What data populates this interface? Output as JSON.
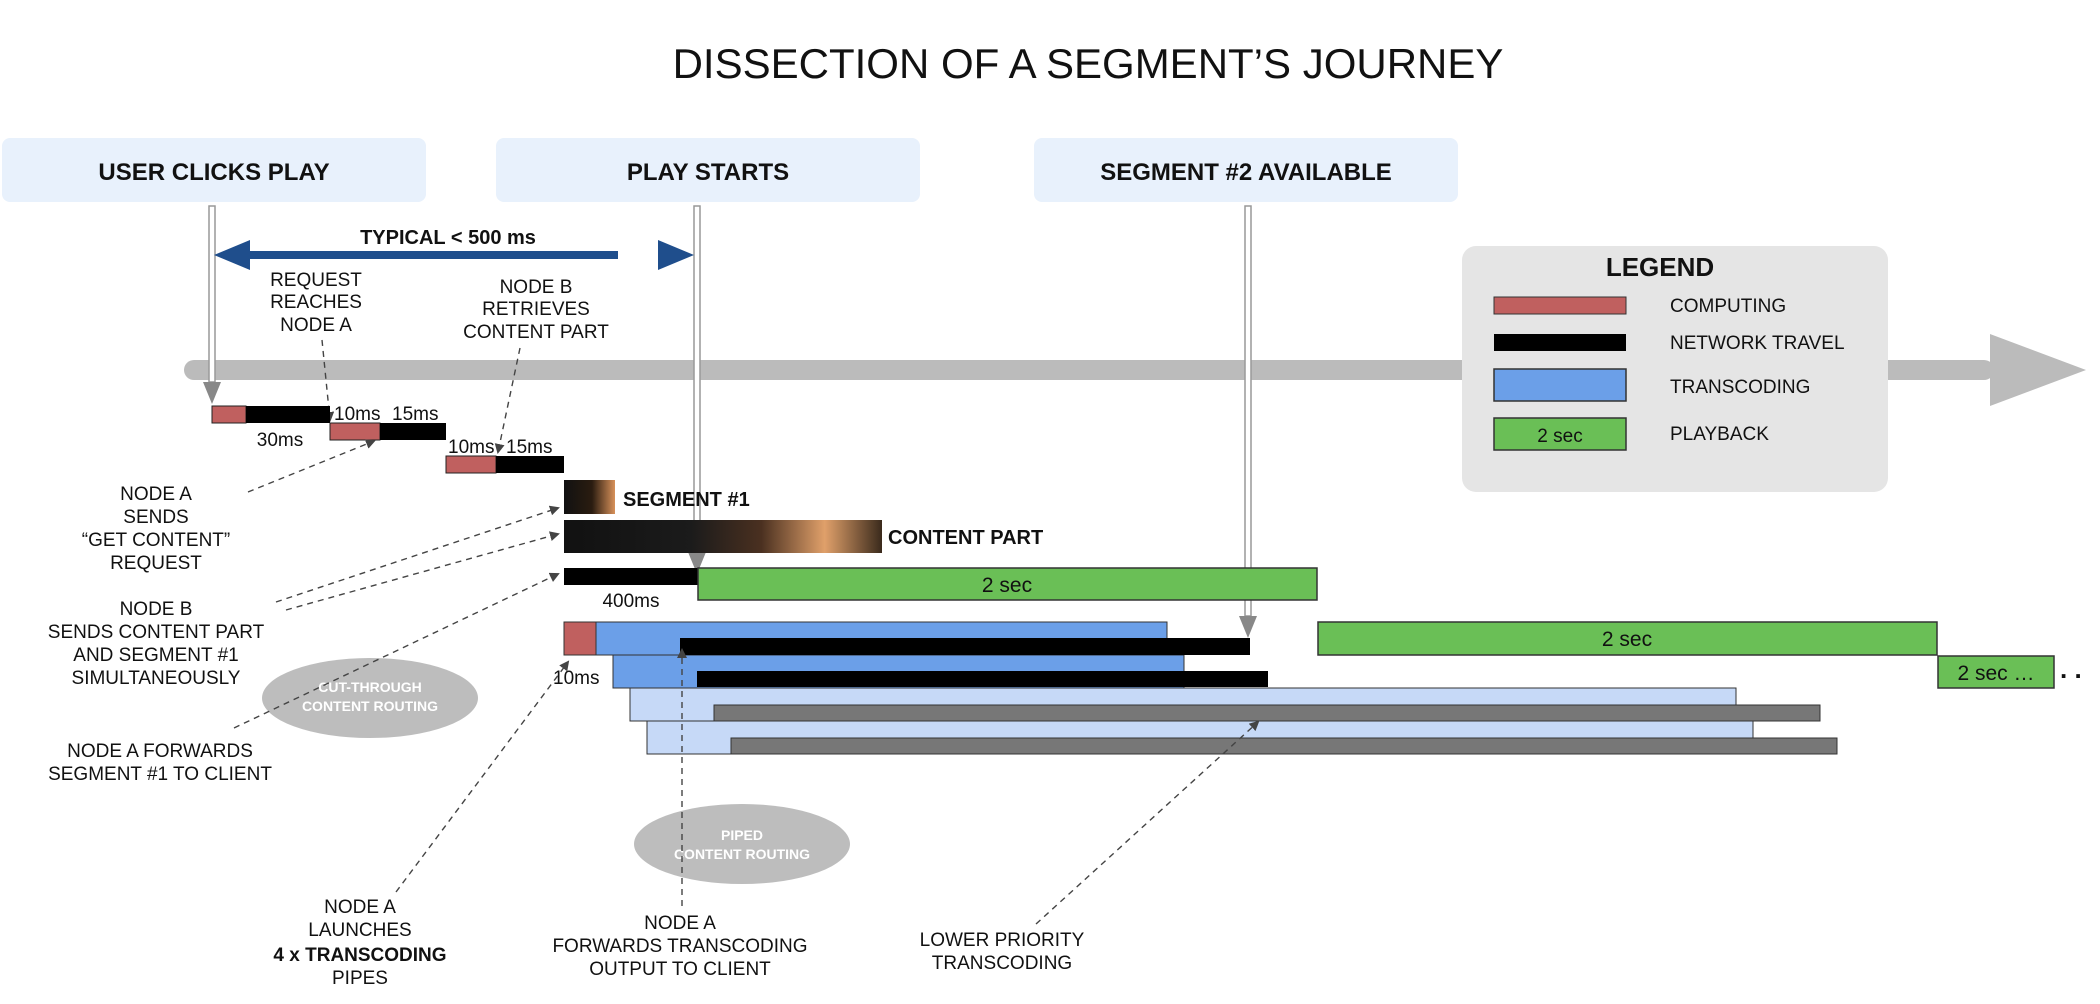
{
  "title": "DISSECTION OF A SEGMENT’S JOURNEY",
  "milestones": {
    "user_clicks_play": "USER CLICKS  PLAY",
    "play_starts": "PLAY STARTS",
    "segment2_available": "SEGMENT #2 AVAILABLE"
  },
  "typical_label": "TYPICAL < 500 ms",
  "legend": {
    "title": "LEGEND",
    "items": [
      {
        "label": "COMPUTING",
        "color": "#c0605f"
      },
      {
        "label": "NETWORK TRAVEL",
        "color": "#000000"
      },
      {
        "label": "TRANSCODING",
        "color": "#6b9fe8"
      },
      {
        "label": "PLAYBACK",
        "color": "#6abf56",
        "swatch_text": "2 sec"
      }
    ]
  },
  "colors": {
    "computing": "#c0605f",
    "network": "#000000",
    "transcoding": "#6b9fe8",
    "transcoding_light": "#c6d9f7",
    "playback": "#6abf56",
    "low_priority": "#777777",
    "timeline": "#bbbbbb",
    "arrow_blue": "#1f4e8c",
    "milestone_bg": "#e8f1fc",
    "legend_bg": "#e5e5e5",
    "bubble": "#bdbdbd"
  },
  "annotations": {
    "request_reaches": [
      "REQUEST",
      "REACHES",
      "NODE A"
    ],
    "node_b_retrieves": [
      "NODE B",
      "RETRIEVES",
      "CONTENT PART"
    ],
    "node_a_sends": [
      "NODE A",
      "SENDS",
      "“GET CONTENT”",
      "REQUEST"
    ],
    "node_b_sends": [
      "NODE B",
      "SENDS CONTENT PART",
      "AND SEGMENT #1",
      "SIMULTANEOUSLY"
    ],
    "node_a_forwards": [
      "NODE A FORWARDS",
      "SEGMENT #1 TO CLIENT"
    ],
    "node_a_launches": [
      "NODE A",
      "LAUNCHES",
      "4 x TRANSCODING",
      "PIPES"
    ],
    "node_a_forwards_transcoding": [
      "NODE A",
      "FORWARDS TRANSCODING",
      "OUTPUT TO CLIENT"
    ],
    "lower_priority": [
      "LOWER PRIORITY",
      "TRANSCODING"
    ]
  },
  "timings": {
    "t30": "30ms",
    "t10a": "10ms",
    "t15a": "15ms",
    "t10b": "10ms",
    "t15b": "15ms",
    "t400": "400ms",
    "t10c": "10ms"
  },
  "bars": {
    "segment1": "SEGMENT #1",
    "content_part": "CONTENT PART",
    "playback1": "2 sec",
    "playback2": "2 sec",
    "playback3": "2 sec …",
    "ellipsis": ". ."
  },
  "bubbles": {
    "cut_through": [
      "CUT-THROUGH",
      "CONTENT ROUTING"
    ],
    "piped": [
      "PIPED",
      "CONTENT ROUTING"
    ]
  }
}
